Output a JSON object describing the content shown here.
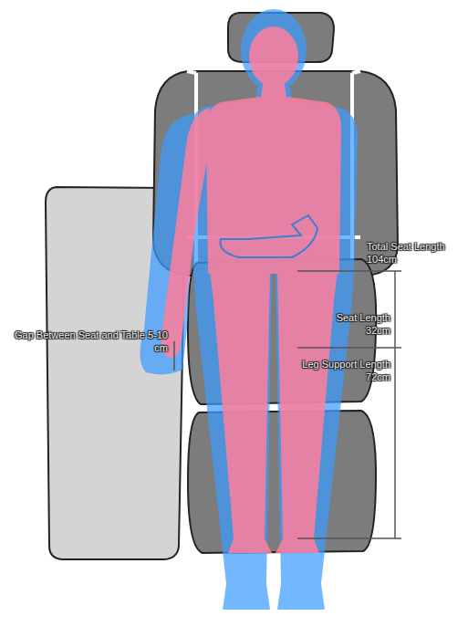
{
  "diagram": {
    "labels": [
      "Total Seat Length 104cm",
      "Seat Length 32cm",
      "Leg Support Length 72cm",
      "Gap Between Seat and Table 5-10 cm"
    ]
  }
}
